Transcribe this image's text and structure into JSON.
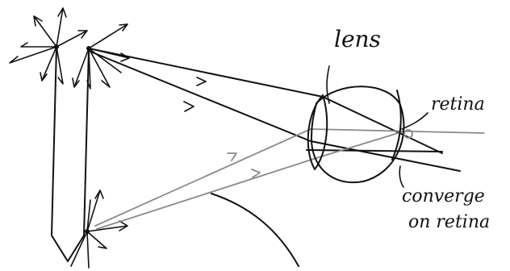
{
  "labels": {
    "lens": "lens",
    "retina": "retina",
    "converge_line1": "converge",
    "converge_line2": "on retina"
  },
  "colors": {
    "ink": "#111111",
    "gray_rays": "#8a8a8a",
    "background": "#ffffff"
  }
}
